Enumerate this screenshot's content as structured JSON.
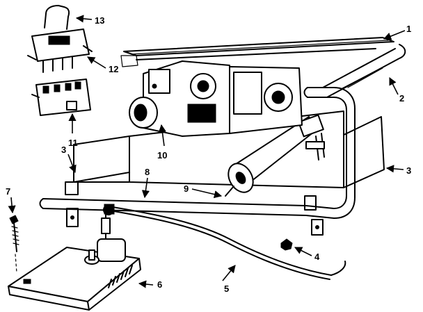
{
  "callouts": {
    "c1": "1",
    "c2": "2",
    "c3_left": "3",
    "c3_right": "3",
    "c4": "4",
    "c5": "5",
    "c6": "6",
    "c7": "7",
    "c8": "8",
    "c9": "9",
    "c10": "10",
    "c11": "11",
    "c12": "12",
    "c13": "13"
  }
}
